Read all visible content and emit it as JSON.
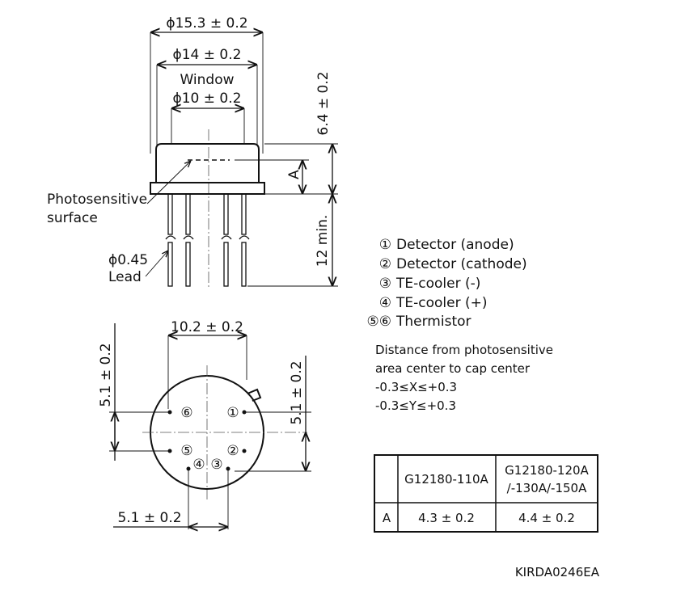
{
  "top_view": {
    "dim_cap_outer": "ϕ15.3 ± 0.2",
    "dim_cap_inner": "ϕ14 ± 0.2",
    "window_label": "Window",
    "dim_window": "ϕ10 ± 0.2",
    "dim_height": "6.4 ± 0.2",
    "dim_a": "A",
    "dim_lead_length": "12 min.",
    "photosensitive_label_1": "Photosensitive",
    "photosensitive_label_2": "surface",
    "lead_label_1": "ϕ0.45",
    "lead_label_2": "Lead"
  },
  "pin_legend": [
    {
      "num": "①",
      "text": "Detector (anode)"
    },
    {
      "num": "②",
      "text": "Detector (cathode)"
    },
    {
      "num": "③",
      "text": "TE-cooler (-)"
    },
    {
      "num": "④",
      "text": "TE-cooler (+)"
    },
    {
      "num": "⑤⑥",
      "text": "Thermistor"
    }
  ],
  "distance_note": {
    "line1": "Distance from photosensitive",
    "line2": "area center to cap center",
    "line3": "-0.3≤X≤+0.3",
    "line4": "-0.3≤Y≤+0.3"
  },
  "bottom_view": {
    "dim_top": "10.2 ± 0.2",
    "dim_left": "5.1 ± 0.2",
    "dim_right": "5.1 ± 0.2",
    "dim_bottom": "5.1 ± 0.2",
    "pins": [
      "①",
      "②",
      "③",
      "④",
      "⑤",
      "⑥"
    ]
  },
  "table": {
    "header": [
      "",
      "G12180-110A",
      "G12180-120A",
      "/-130A/-150A"
    ],
    "row": [
      "A",
      "4.3 ± 0.2",
      "4.4 ± 0.2"
    ]
  },
  "drawing_code": "KIRDA0246EA"
}
